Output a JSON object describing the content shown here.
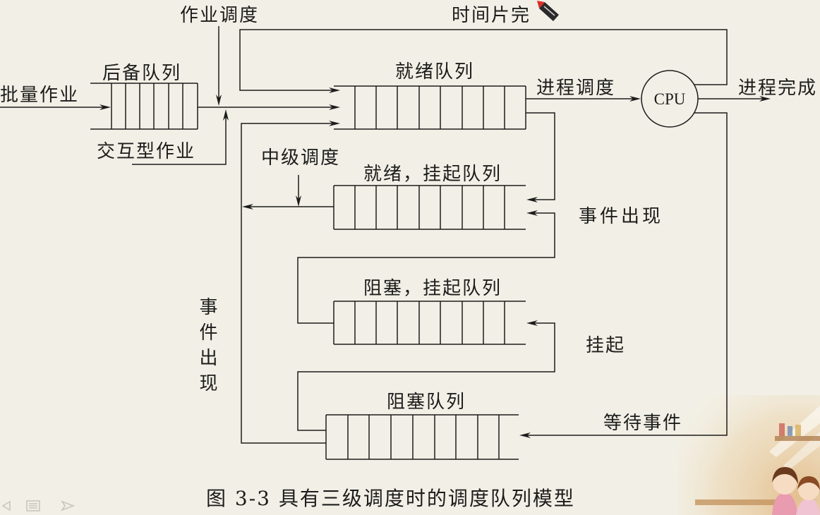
{
  "labels": {
    "job_scheduling": "作业调度",
    "time_slice_done": "时间片完",
    "backup_queue": "后备队列",
    "batch_jobs": "批量作业",
    "interactive_jobs": "交互型作业",
    "ready_queue": "就绪队列",
    "process_scheduling": "进程调度",
    "cpu": "CPU",
    "process_complete": "进程完成",
    "medium_scheduling": "中级调度",
    "ready_suspended_queue": "就绪，挂起队列",
    "event_occurs_right": "事件出现",
    "blocked_suspended_queue": "阻塞，挂起队列",
    "suspend": "挂起",
    "event_occurs_left": "事件出现",
    "blocked_queue": "阻塞队列",
    "wait_event": "等待事件"
  },
  "caption": "图 3-3 具有三级调度时的调度队列模型",
  "icons": {
    "pen_cursor": "pen-icon",
    "slide_prev": "slide-prev-icon",
    "slide_menu": "slide-menu-icon",
    "slide_next": "slide-next-icon"
  },
  "colors": {
    "background": "#f2f0e6",
    "line": "#1c1c1c",
    "pen_nib": "#d8302b",
    "pen_body": "#2a2a2a"
  }
}
